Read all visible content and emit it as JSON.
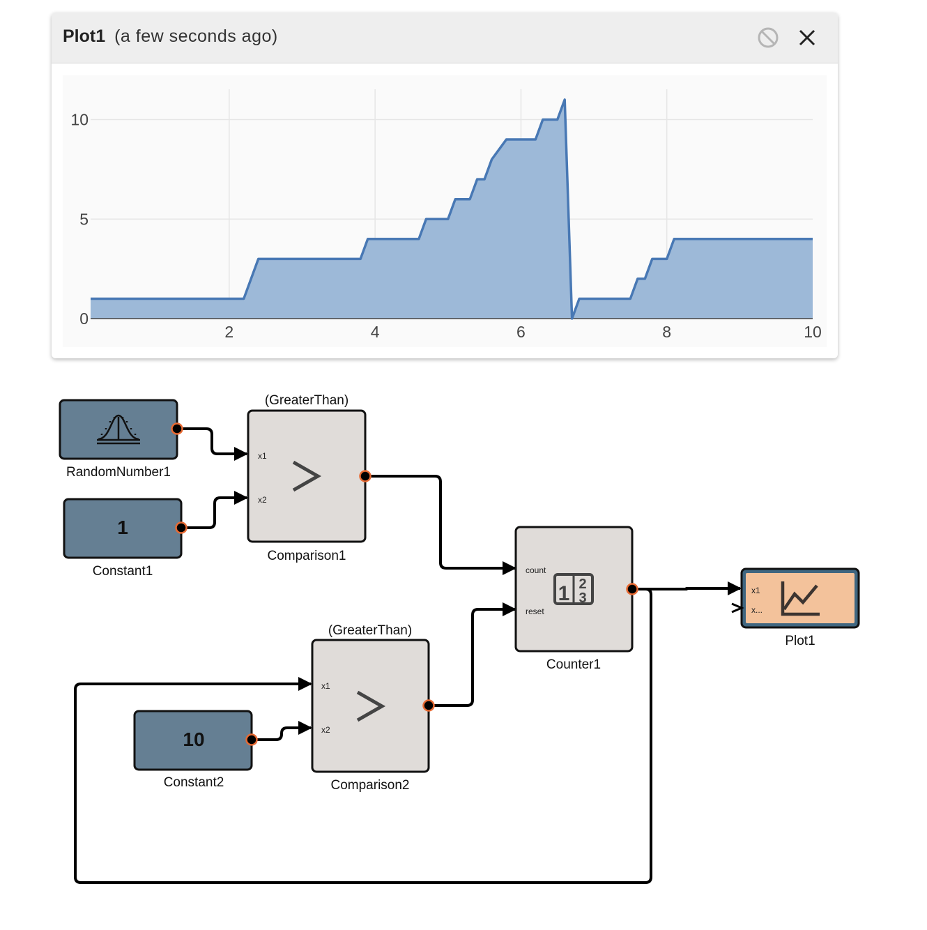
{
  "plot_window": {
    "title": "Plot1",
    "subtitle": "(a few seconds ago)",
    "block_icon": "block-icon",
    "close_icon": "close-icon"
  },
  "chart_data": {
    "type": "area",
    "title": "",
    "xlabel": "",
    "ylabel": "",
    "xlim": [
      0.1,
      10
    ],
    "ylim": [
      0,
      11.5
    ],
    "x_ticks": [
      "2",
      "4",
      "6",
      "8",
      "10"
    ],
    "y_ticks": [
      "0",
      "5",
      "10"
    ],
    "grid": true,
    "line_color": "#4878b4",
    "fill_color": "#9db9d8",
    "series": [
      {
        "x": [
          0.1,
          2.2,
          2.4,
          3.8,
          3.9,
          4.6,
          4.7,
          5.0,
          5.1,
          5.3,
          5.4,
          5.5,
          5.6,
          5.8,
          6.2,
          6.3,
          6.5,
          6.6,
          6.7,
          6.8,
          7.5,
          7.6,
          7.7,
          7.8,
          8.0,
          8.1,
          10.0
        ],
        "y": [
          1,
          1,
          3,
          3,
          4,
          4,
          5,
          5,
          6,
          6,
          7,
          7,
          8,
          9,
          9,
          10,
          10,
          11,
          0,
          1,
          1,
          2,
          2,
          3,
          3,
          4,
          4
        ]
      }
    ]
  },
  "diagram": {
    "random_number": {
      "label": "RandomNumber1",
      "icon": "gaussian-distribution-icon"
    },
    "constant1": {
      "label": "Constant1",
      "value": "1"
    },
    "constant2": {
      "label": "Constant2",
      "value": "10"
    },
    "comparison1": {
      "label": "Comparison1",
      "type": "(GreaterThan)",
      "symbol": ">",
      "in1": "x1",
      "in2": "x2"
    },
    "comparison2": {
      "label": "Comparison2",
      "type": "(GreaterThan)",
      "symbol": ">",
      "in1": "x1",
      "in2": "x2"
    },
    "counter": {
      "label": "Counter1",
      "in1": "count",
      "in2": "reset",
      "icon": "counter-digits-icon",
      "digit_a": "1",
      "digit_b": "2",
      "digit_c": "3"
    },
    "plot": {
      "label": "Plot1",
      "in1": "x1",
      "in2": "x...",
      "icon": "line-chart-icon"
    },
    "colors": {
      "source_block": "#657f93",
      "function_block": "#e0dcd9",
      "sink_block": "#f3c29b",
      "port": "#e86a33",
      "wire": "#000000"
    }
  }
}
